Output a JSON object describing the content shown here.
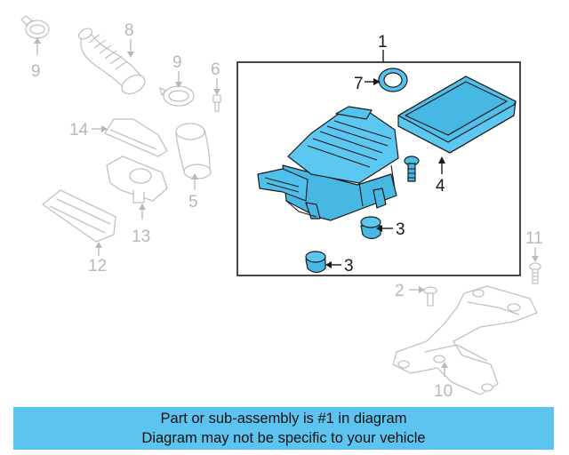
{
  "colors": {
    "highlight": "#5cc4ef",
    "highlight_part_fill": "#4fc0ec",
    "ghost_stroke": "#c2c2c2",
    "callout_dim": "#b8b8b8",
    "callout_dark": "#1a1a1a",
    "banner_bg": "#5cc4ef"
  },
  "callouts": {
    "main_assembly": "1",
    "grommet_upper": "3",
    "grommet_lower": "3",
    "filter_element": "4",
    "seal_ring": "7",
    "bolt_left": "2",
    "bracket": "10",
    "bolt_right": "11",
    "duct_bottom": "12",
    "resonator": "13",
    "inlet_duct": "14",
    "outlet_duct": "5",
    "sensor": "6",
    "hose": "8",
    "clamp_top": "9",
    "clamp_mid": "9"
  },
  "banner": {
    "line1": "Part or sub-assembly is #1 in diagram",
    "line2": "Diagram may not be specific to your vehicle"
  }
}
